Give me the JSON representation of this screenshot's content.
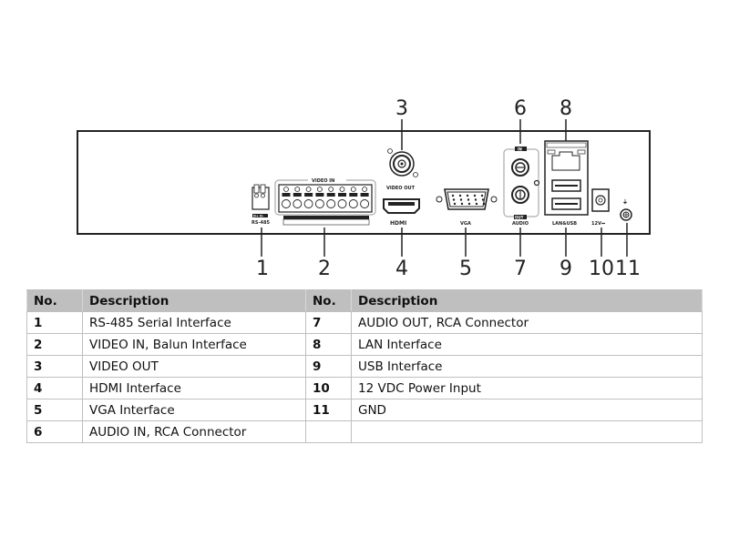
{
  "diagram": {
    "title": "Rear Panel",
    "panel_labels": {
      "rs485_pins": "D+ D-",
      "rs485": "RS-485",
      "video_in": "VIDEO IN",
      "video_in_channels": [
        "1",
        "2",
        "3",
        "4"
      ],
      "video_in_polarity": [
        "+",
        "-",
        "+",
        "-",
        "+",
        "-",
        "+",
        "-"
      ],
      "video_out": "VIDEO OUT",
      "hdmi": "HDMI",
      "vga": "VGA",
      "audio_in_tag": "IN",
      "audio_out_tag": "OUT",
      "audio": "AUDIO",
      "lan_usb": "LAN&USB",
      "power": "12V",
      "power_symbol": "⎓",
      "ground_symbol": "⏚"
    },
    "callouts": [
      "1",
      "2",
      "3",
      "4",
      "5",
      "6",
      "7",
      "8",
      "9",
      "10",
      "11"
    ]
  },
  "table": {
    "headers": [
      "No.",
      "Description",
      "No.",
      "Description"
    ],
    "rows": [
      {
        "no1": "1",
        "desc1": "RS-485 Serial Interface",
        "no2": "7",
        "desc2": "AUDIO OUT, RCA Connector"
      },
      {
        "no1": "2",
        "desc1": "VIDEO IN, Balun Interface",
        "no2": "8",
        "desc2": "LAN Interface"
      },
      {
        "no1": "3",
        "desc1": "VIDEO OUT",
        "no2": "9",
        "desc2": "USB Interface"
      },
      {
        "no1": "4",
        "desc1": "HDMI Interface",
        "no2": "10",
        "desc2": "12 VDC Power Input"
      },
      {
        "no1": "5",
        "desc1": "VGA Interface",
        "no2": "11",
        "desc2": "GND"
      },
      {
        "no1": "6",
        "desc1": "AUDIO IN, RCA Connector",
        "no2": "",
        "desc2": ""
      }
    ]
  }
}
